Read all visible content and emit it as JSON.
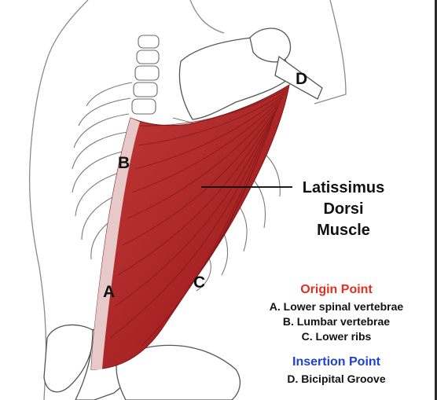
{
  "diagram": {
    "muscle_name_lines": [
      "Latissimus",
      "Dorsi",
      "Muscle"
    ],
    "point_labels": {
      "a": "A",
      "b": "B",
      "c": "C",
      "d": "D"
    },
    "legend": {
      "origin_heading": "Origin Point",
      "origin_items": [
        "A. Lower spinal vertebrae",
        "B. Lumbar vertebrae",
        "C. Lower ribs"
      ],
      "insertion_heading": "Insertion Point",
      "insertion_items": [
        "D. Bicipital Groove"
      ]
    },
    "colors": {
      "origin_heading": "#e0301e",
      "insertion_heading": "#1f3fd6",
      "muscle": "#b32a2a",
      "muscle_fibers": "#7d1515",
      "bone_outline": "#555555"
    }
  }
}
